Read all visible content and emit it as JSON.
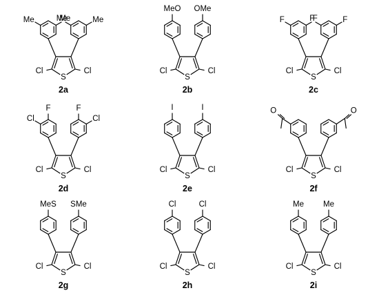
{
  "compounds": [
    {
      "label": "2a",
      "sub_left": "Me",
      "sub_right": "Me",
      "pattern": "bis-meta",
      "sub_left2": "Me",
      "sub_right2": "Me"
    },
    {
      "label": "2b",
      "sub_left": "MeO",
      "sub_right": "OMe",
      "pattern": "para"
    },
    {
      "label": "2c",
      "sub_left": "F",
      "sub_right": "F",
      "pattern": "bis-meta",
      "sub_left2": "F",
      "sub_right2": "F"
    },
    {
      "label": "2d",
      "sub_left": "F",
      "sub_right": "F",
      "pattern": "para-meta",
      "sub_left2": "Cl",
      "sub_right2": "Cl"
    },
    {
      "label": "2e",
      "sub_left": "I",
      "sub_right": "I",
      "pattern": "para"
    },
    {
      "label": "2f",
      "sub_left": "O",
      "sub_right": "O",
      "pattern": "meta-acetyl"
    },
    {
      "label": "2g",
      "sub_left": "MeS",
      "sub_right": "SMe",
      "pattern": "para"
    },
    {
      "label": "2h",
      "sub_left": "Cl",
      "sub_right": "Cl",
      "pattern": "para"
    },
    {
      "label": "2i",
      "sub_left": "Me",
      "sub_right": "Me",
      "pattern": "para"
    }
  ],
  "thiophene": {
    "s_label": "S",
    "cl_left": "Cl",
    "cl_right": "Cl"
  }
}
